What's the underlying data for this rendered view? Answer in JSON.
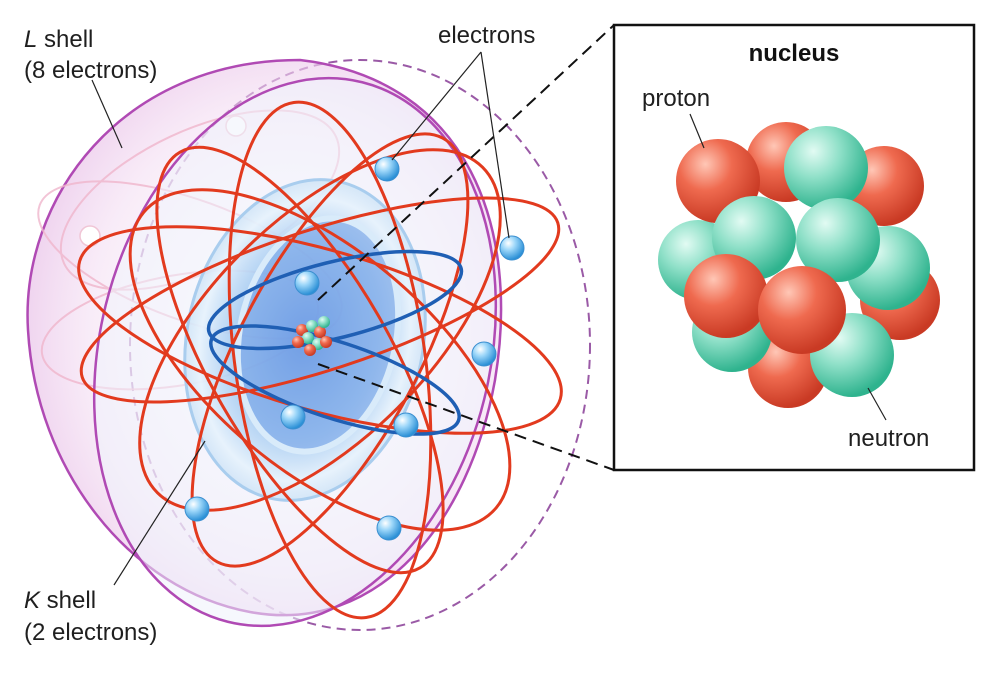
{
  "diagram": {
    "labels": {
      "l_shell_letter": "L",
      "l_shell_word": " shell",
      "l_shell_count": "(8 electrons)",
      "k_shell_letter": "K",
      "k_shell_word": " shell",
      "k_shell_count": "(2 electrons)",
      "electrons": "electrons"
    },
    "nucleus_panel": {
      "title": "nucleus",
      "proton_label": "proton",
      "neutron_label": "neutron"
    },
    "colors": {
      "proton": "#e8533a",
      "neutron": "#46c9a5",
      "orbit_l": "#e23a1e",
      "orbit_k": "#1f5fb4",
      "l_shell": "#b04ab4",
      "k_shell": "#7fb3e8",
      "electron": "#5fb8ef"
    }
  }
}
